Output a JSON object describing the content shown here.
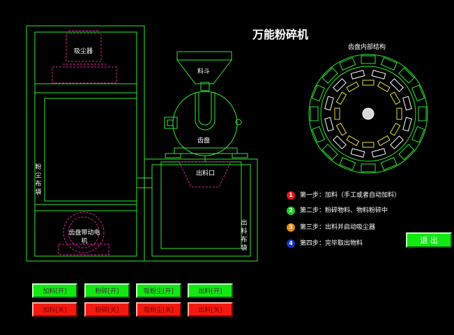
{
  "title": "万能粉碎机",
  "labels": {
    "dust_collector": "吸尘器",
    "hopper": "料斗",
    "gear_disc": "齿盘",
    "outlet": "出料口",
    "motor": "齿盘带动电机",
    "dust_bag": "粉尘布袋",
    "output_bag": "出料布袋",
    "disc_inner": "齿盘内部结构"
  },
  "steps": [
    {
      "num": "1",
      "color": "#e8141c",
      "text": "第一步：加料（手工或者自动加料）"
    },
    {
      "num": "2",
      "color": "#18d418",
      "text": "第二步：粉碎物料、物料粉碎中"
    },
    {
      "num": "3",
      "color": "#f08a14",
      "text": "第三步：出料并启动吸尘器"
    },
    {
      "num": "4",
      "color": "#1438c8",
      "text": "第四步：完毕取出物料"
    }
  ],
  "buttons": {
    "on": [
      "加料[开]",
      "粉碎[开]",
      "吸粉尘[开]",
      "出料[开]"
    ],
    "off": [
      "加料[关]",
      "粉碎[关]",
      "吸粉尘[关]",
      "出料[关]"
    ]
  },
  "exit_label": "退 出",
  "colors": {
    "line": "#2ee82e",
    "dash": "#e0209a",
    "disc": "#ffffff",
    "blade": "#e8e040"
  }
}
